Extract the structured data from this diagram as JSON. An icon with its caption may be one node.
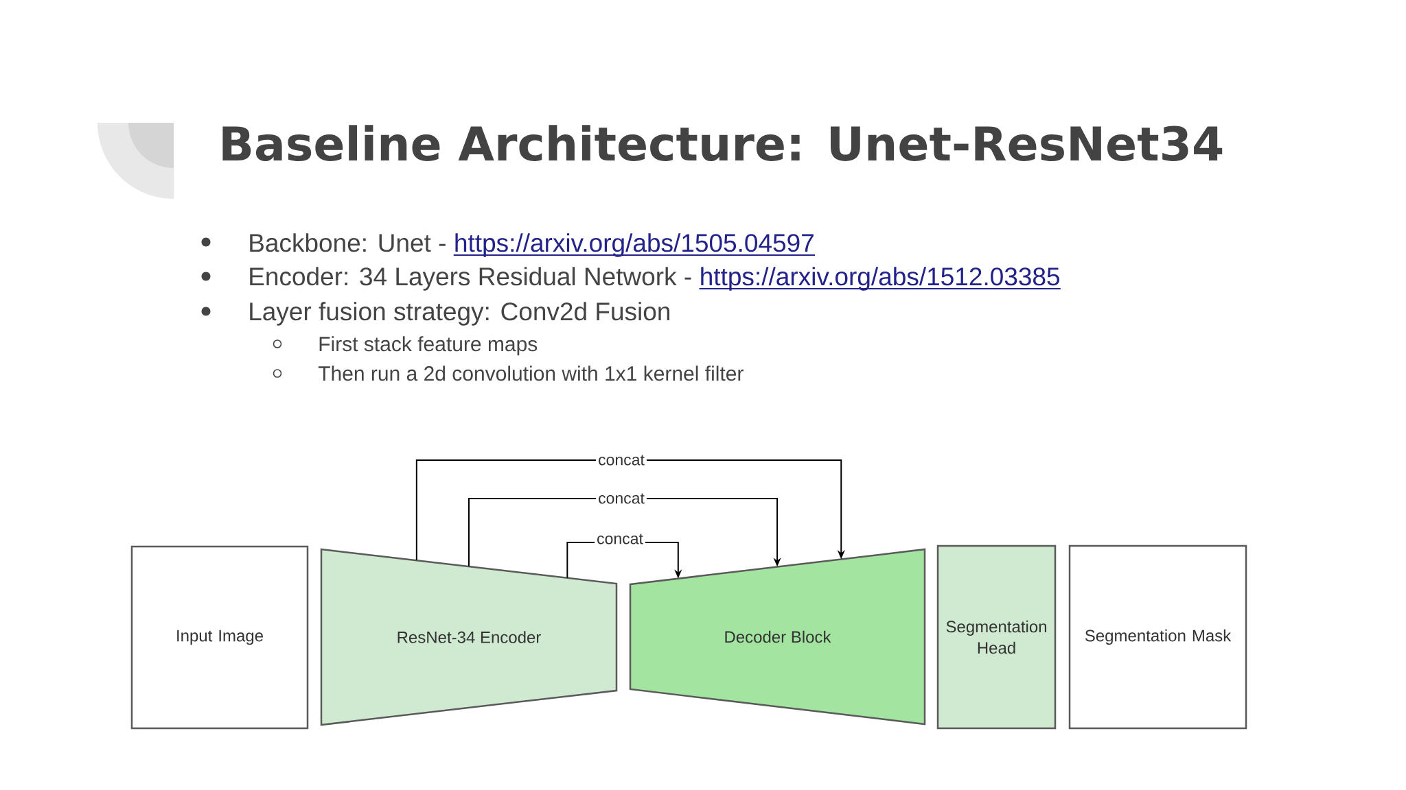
{
  "diagram": {
    "title": "Baseline Architecture: Unet-ResNet34",
    "nodes": [
      {
        "text": [
          "Input Image"
        ]
      },
      {
        "text": [
          "ResNet-34 Encoder"
        ]
      },
      {
        "text": [
          "Decoder Block"
        ]
      },
      {
        "text": [
          "Segmentation Head"
        ]
      },
      {
        "text": [
          "Segmentation Mask"
        ]
      }
    ],
    "edges": [
      {
        "from": 1,
        "to": 2,
        "arrow": "to",
        "label": "concat"
      },
      {
        "from": 1,
        "to": 2,
        "arrow": "to",
        "label": "concat"
      },
      {
        "from": 1,
        "to": 2,
        "arrow": "to",
        "label": "concat"
      }
    ],
    "labels": [
      "Backbone: Unet -",
      "https://arxiv.org/abs/1505.04597",
      "Encoder: 34 Layers Residual Network -",
      "https://arxiv.org/abs/1512.03385",
      "Layer fusion strategy: Conv2d Fusion",
      "First stack feature maps",
      "Then run a 2d convolution with 1x1 kernel filter"
    ]
  }
}
